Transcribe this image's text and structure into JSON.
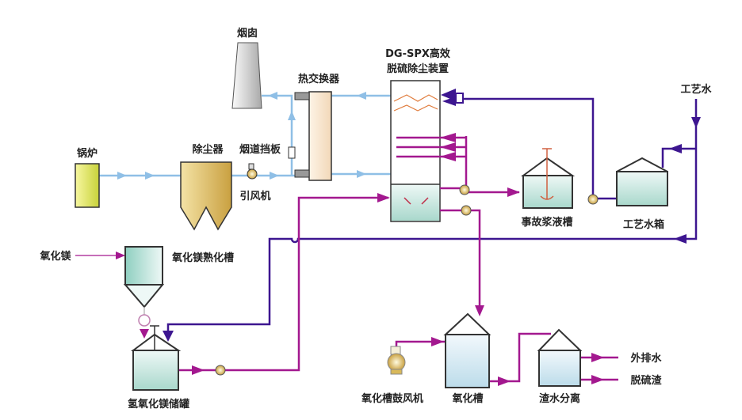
{
  "labels": {
    "boiler": "锅炉",
    "dust_collector": "除尘器",
    "flue_damper": "烟道挡板",
    "induced_fan": "引风机",
    "chimney": "烟囱",
    "heat_exchanger": "热交换器",
    "tower_line1": "DG-SPX高效",
    "tower_line2": "脱硫除尘装置",
    "accident_tank": "事故浆液槽",
    "process_water_tank": "工艺水箱",
    "process_water": "工艺水",
    "mgo": "氧化镁",
    "mgo_slaking_tank": "氧化镁熟化槽",
    "mgoh2_tank": "氢氧化镁储罐",
    "oxidation_blower": "氧化槽鼓风机",
    "oxidation_tank": "氧化槽",
    "separation": "渣水分离",
    "discharge_water": "外排水",
    "desulfurization_residue": "脱硫渣"
  },
  "colors": {
    "flue_gas": "#8fbfe6",
    "slurry": "#a3188f",
    "process_water": "#3d1690",
    "equipment_gold": "#d9b95a",
    "liquid": "#bfe3dc"
  }
}
